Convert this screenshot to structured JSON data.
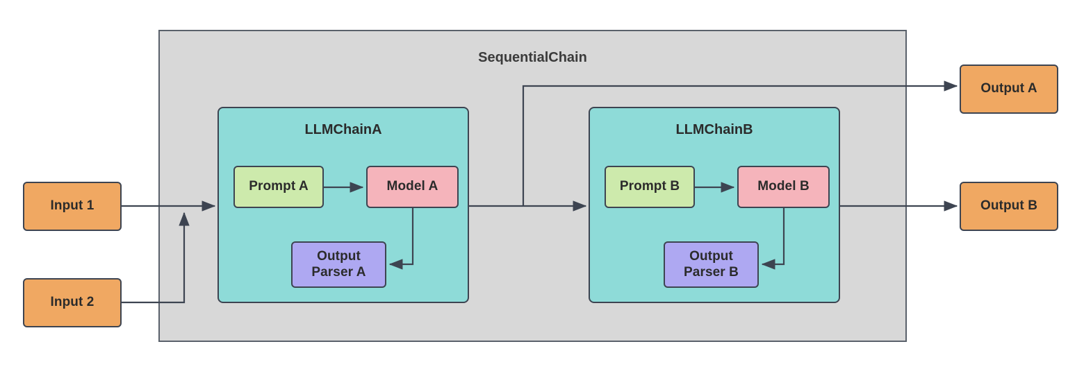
{
  "diagram": {
    "title": "SequentialChain",
    "type": "flowchart",
    "colors": {
      "container_fill": "#d8d8d8",
      "container_stroke": "#5a616b",
      "chain_fill": "#8edbd8",
      "io_fill": "#f0a862",
      "prompt_fill": "#cdeaac",
      "model_fill": "#f5b4bb",
      "parser_fill": "#aea8f2",
      "node_stroke": "#3d4451",
      "edge_stroke": "#3d4451",
      "text": "#2b2b2b"
    },
    "inputs": [
      {
        "id": "input-1",
        "label": "Input 1"
      },
      {
        "id": "input-2",
        "label": "Input 2"
      }
    ],
    "outputs": [
      {
        "id": "output-a",
        "label": "Output A"
      },
      {
        "id": "output-b",
        "label": "Output B"
      }
    ],
    "chains": [
      {
        "id": "llmchain-a",
        "label": "LLMChainA",
        "nodes": [
          {
            "id": "prompt-a",
            "label": "Prompt A",
            "kind": "prompt"
          },
          {
            "id": "model-a",
            "label": "Model A",
            "kind": "model"
          },
          {
            "id": "output-parser-a",
            "label_line1": "Output",
            "label_line2": "Parser A",
            "kind": "parser"
          }
        ]
      },
      {
        "id": "llmchain-b",
        "label": "LLMChainB",
        "nodes": [
          {
            "id": "prompt-b",
            "label": "Prompt B",
            "kind": "prompt"
          },
          {
            "id": "model-b",
            "label": "Model B",
            "kind": "model"
          },
          {
            "id": "output-parser-b",
            "label_line1": "Output",
            "label_line2": "Parser B",
            "kind": "parser"
          }
        ]
      }
    ],
    "edges": [
      {
        "id": "edge-input1-to-chaina",
        "from": "Input 1",
        "to": "LLMChainA"
      },
      {
        "id": "edge-input2-to-chaina",
        "from": "Input 2",
        "to": "LLMChainA"
      },
      {
        "id": "edge-prompta-to-modela",
        "from": "Prompt A",
        "to": "Model A"
      },
      {
        "id": "edge-modela-to-parsera",
        "from": "Model A",
        "to": "Output Parser A"
      },
      {
        "id": "edge-chaina-to-chainb",
        "from": "LLMChainA",
        "to": "LLMChainB"
      },
      {
        "id": "edge-chaina-to-outputa",
        "from": "LLMChainA",
        "to": "Output A"
      },
      {
        "id": "edge-promptb-to-modelb",
        "from": "Prompt B",
        "to": "Model B"
      },
      {
        "id": "edge-modelb-to-parserb",
        "from": "Model B",
        "to": "Output Parser B"
      },
      {
        "id": "edge-chainb-to-outputb",
        "from": "LLMChainB",
        "to": "Output B"
      }
    ]
  }
}
